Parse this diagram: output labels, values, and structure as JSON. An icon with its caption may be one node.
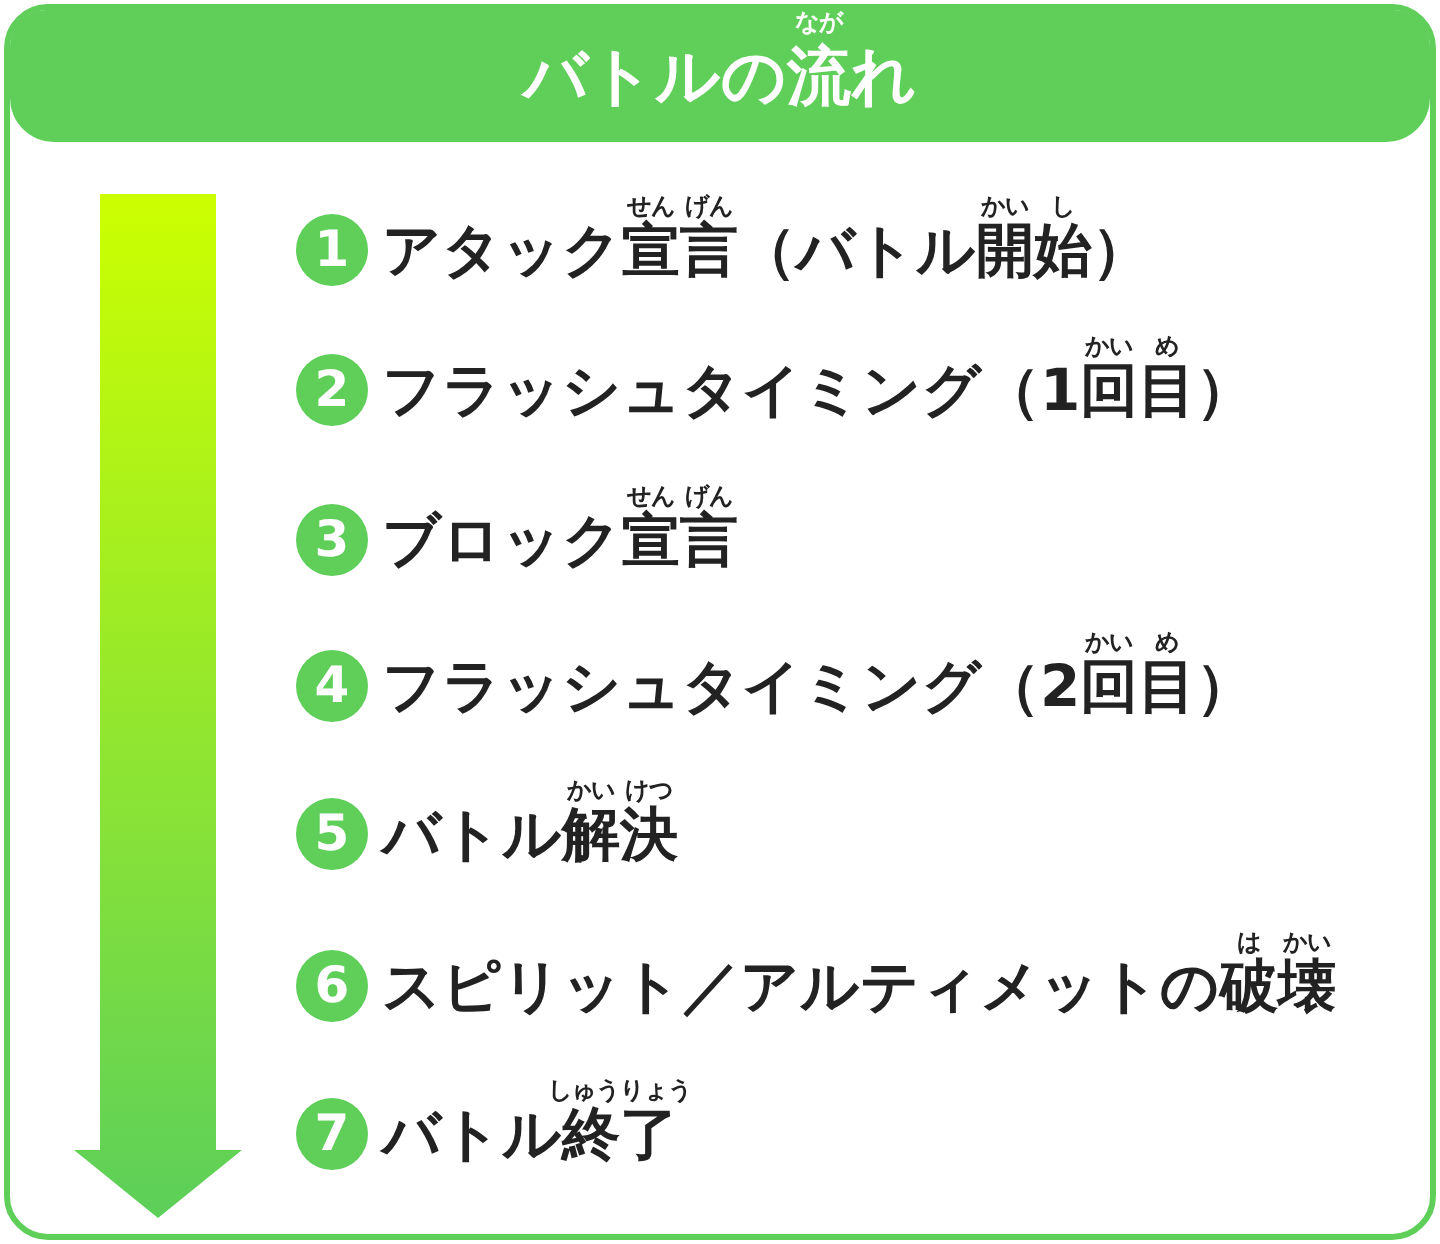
{
  "diagram": {
    "nodes": [
      {
        "text": [
          "バトルの流れ"
        ]
      },
      {
        "text": [
          "1"
        ],
        "beside": [
          "アタック宣言（バトル開始）"
        ],
        "in": 0
      },
      {
        "text": [
          "2"
        ],
        "beside": [
          "フラッシュタイミング（1回目）"
        ],
        "in": 0
      },
      {
        "text": [
          "3"
        ],
        "beside": [
          "ブロック宣言"
        ],
        "in": 0
      },
      {
        "text": [
          "4"
        ],
        "beside": [
          "フラッシュタイミング（2回目）"
        ],
        "in": 0
      },
      {
        "text": [
          "5"
        ],
        "beside": [
          "バトル解決"
        ],
        "in": 0
      },
      {
        "text": [
          "6"
        ],
        "beside": [
          "スピリット／アルティメットの破壊"
        ],
        "in": 0
      },
      {
        "text": [
          "7"
        ],
        "beside": [
          "バトル終了"
        ],
        "in": 0
      }
    ],
    "edges": [],
    "labels": [
      "なが",
      "せん",
      "げん",
      "かい",
      "し",
      "かい",
      "め",
      "せん",
      "げん",
      "かい",
      "め",
      "かい",
      "けつ",
      "は",
      "かい",
      "しゅうりょう"
    ]
  }
}
